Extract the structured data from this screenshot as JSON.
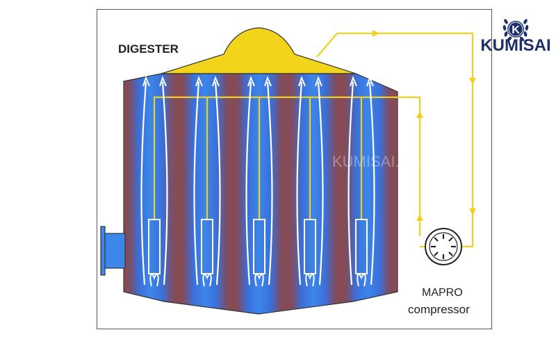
{
  "labels": {
    "digester": "DIGESTER",
    "compressor_brand": "MAPRO",
    "compressor": "compressor"
  },
  "logo": {
    "brand": "KUMISAI",
    "monogram": "K",
    "watermark": "KUMISAI.VN"
  },
  "colors": {
    "gas_yellow": "#f2d51b",
    "gas_line": "#f0d020",
    "tank_blue": "#3a7be0",
    "tank_red": "#8a4a4e",
    "brand_navy": "#1d2f6b"
  },
  "icons": [
    "compressor-icon",
    "laurel-wreath-icon"
  ]
}
